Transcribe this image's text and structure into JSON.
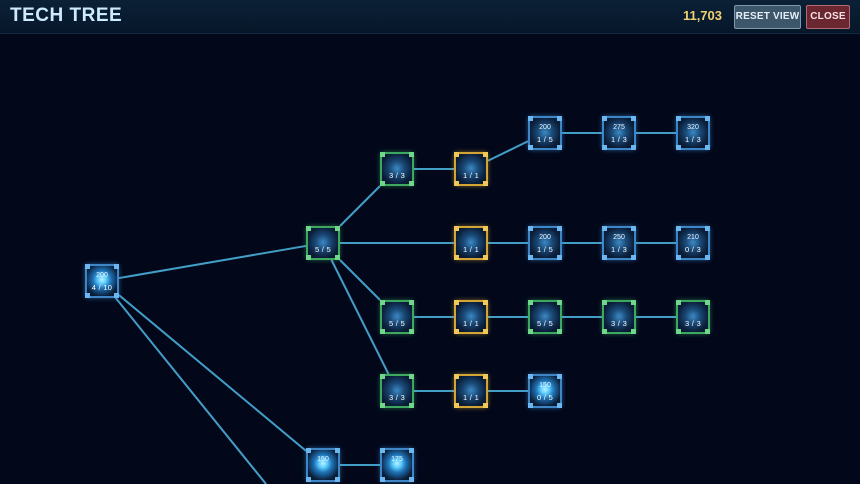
{
  "header": {
    "title": "TECH TREE",
    "currency": "11,703",
    "reset_label": "RESET VIEW",
    "close_label": "CLOSE"
  },
  "colors": {
    "background": "#02081a",
    "link": "#4fb8e6",
    "tier_blue": "#3f86c6",
    "tier_green": "#3da860",
    "tier_gold": "#d3a536",
    "currency": "#f0d270"
  },
  "nodes": [
    {
      "id": "root",
      "tier": "blue",
      "cost": "200",
      "level": "4 / 10",
      "glow": true
    },
    {
      "id": "hub",
      "tier": "green",
      "cost": "",
      "level": "5 / 5"
    },
    {
      "id": "a1",
      "tier": "green",
      "cost": "",
      "level": "3 / 3"
    },
    {
      "id": "a2",
      "tier": "gold",
      "cost": "",
      "level": "1 / 1"
    },
    {
      "id": "a3",
      "tier": "blue",
      "cost": "200",
      "level": "1 / 5"
    },
    {
      "id": "a4",
      "tier": "blue",
      "cost": "275",
      "level": "1 / 3"
    },
    {
      "id": "a5",
      "tier": "blue",
      "cost": "320",
      "level": "1 / 3"
    },
    {
      "id": "b1",
      "tier": "gold",
      "cost": "",
      "level": "1 / 1"
    },
    {
      "id": "b2",
      "tier": "blue",
      "cost": "200",
      "level": "1 / 5"
    },
    {
      "id": "b3",
      "tier": "blue",
      "cost": "250",
      "level": "1 / 3"
    },
    {
      "id": "b4",
      "tier": "blue",
      "cost": "210",
      "level": "0 / 3"
    },
    {
      "id": "c1",
      "tier": "green",
      "cost": "",
      "level": "5 / 5"
    },
    {
      "id": "c2",
      "tier": "gold",
      "cost": "",
      "level": "1 / 1"
    },
    {
      "id": "c3",
      "tier": "green",
      "cost": "",
      "level": "5 / 5"
    },
    {
      "id": "c4",
      "tier": "green",
      "cost": "",
      "level": "3 / 3"
    },
    {
      "id": "c5",
      "tier": "green",
      "cost": "",
      "level": "3 / 3"
    },
    {
      "id": "d1",
      "tier": "green",
      "cost": "",
      "level": "3 / 3"
    },
    {
      "id": "d2",
      "tier": "gold",
      "cost": "",
      "level": "1 / 1"
    },
    {
      "id": "d3",
      "tier": "blue",
      "cost": "150",
      "level": "0 / 5",
      "glow": true
    },
    {
      "id": "e1",
      "tier": "blue",
      "cost": "150",
      "level": "",
      "glow": true
    },
    {
      "id": "e2",
      "tier": "blue",
      "cost": "175",
      "level": "",
      "glow": true
    }
  ],
  "links": [
    [
      "root",
      "hub"
    ],
    [
      "root",
      "e1"
    ],
    [
      "root",
      "offscreen"
    ],
    [
      "hub",
      "a1"
    ],
    [
      "hub",
      "b1"
    ],
    [
      "hub",
      "c1"
    ],
    [
      "hub",
      "d1"
    ],
    [
      "a1",
      "a2"
    ],
    [
      "a2",
      "a3"
    ],
    [
      "a3",
      "a4"
    ],
    [
      "a4",
      "a5"
    ],
    [
      "b1",
      "b2"
    ],
    [
      "b2",
      "b3"
    ],
    [
      "b3",
      "b4"
    ],
    [
      "c1",
      "c2"
    ],
    [
      "c2",
      "c3"
    ],
    [
      "c3",
      "c4"
    ],
    [
      "c4",
      "c5"
    ],
    [
      "d1",
      "d2"
    ],
    [
      "d2",
      "d3"
    ],
    [
      "e1",
      "e2"
    ]
  ]
}
